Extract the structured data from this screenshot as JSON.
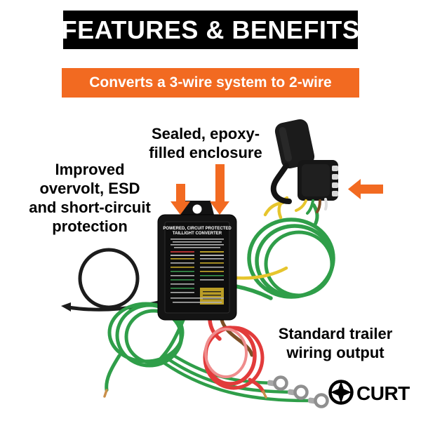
{
  "banner": {
    "title": "FEATURES & BENEFITS"
  },
  "subbanner": {
    "text": "Converts a 3-wire system to 2-wire"
  },
  "callouts": {
    "sealed": [
      "Sealed, epoxy-",
      "filled enclosure"
    ],
    "improved": [
      "Improved",
      "overvolt, ESD",
      "and short-circuit",
      "protection"
    ],
    "output": [
      "Standard trailer",
      "wiring output"
    ]
  },
  "product": {
    "label_line1": "POWERED, CIRCUIT PROTECTED",
    "label_line2": "TAILLIGHT CONVERTER"
  },
  "logo": {
    "text": "CURT"
  },
  "colors": {
    "accent_orange": "#F26A21",
    "banner_black": "#000000",
    "wire_green": "#2F9E49",
    "wire_yellow": "#E6C52D",
    "wire_red": "#E23B3B",
    "wire_pink": "#EF8D8D",
    "wire_brown": "#7D4F26",
    "wire_black": "#1C1C1C"
  }
}
